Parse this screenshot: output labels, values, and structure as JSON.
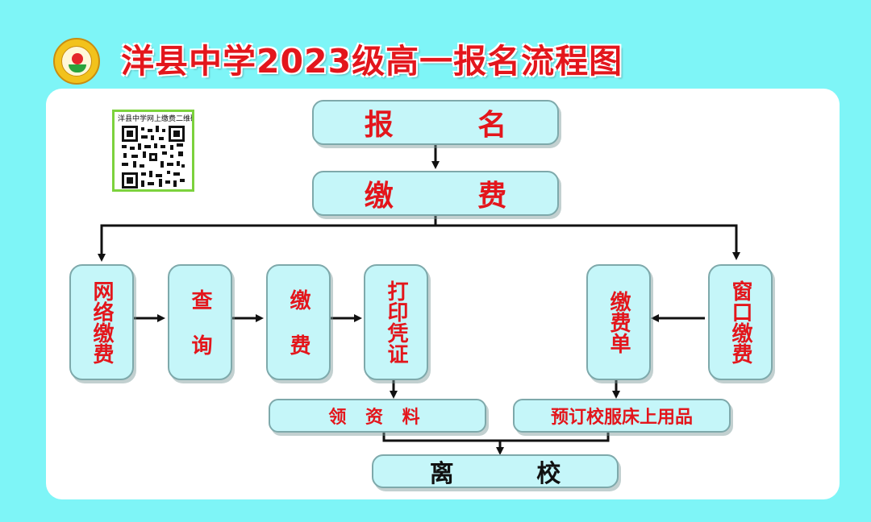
{
  "header": {
    "title": "洋县中学2023级高一报名流程图",
    "logo_icon": "school-emblem"
  },
  "qr": {
    "caption": "洋县中学网上缴费二维码",
    "icon": "qr-code-icon"
  },
  "steps": {
    "register": "报 名",
    "pay": "缴 费",
    "online_pay": "网络缴费",
    "query": "查 询",
    "pay2": "缴 费",
    "print_receipt": "打印凭证",
    "pay_slip": "缴费单",
    "window_pay": "窗口缴费",
    "get_materials": "领 资 料",
    "order_items": "预订校服床上用品",
    "leave": "离 校"
  },
  "colors": {
    "background": "#7ef5f7",
    "box_fill": "#c5f6f9",
    "text_red": "#e3161c",
    "arrow": "#111111"
  }
}
